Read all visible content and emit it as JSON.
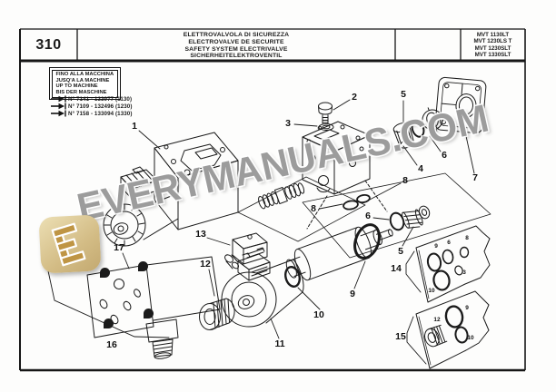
{
  "page": {
    "number": "310",
    "titles": {
      "it": "ELETTROVALVOLA DI SICUREZZA",
      "fr": "ELECTROVALVE DE SECURITE",
      "en": "SAFETY SYSTEM ELECTRIVALVE",
      "de": "SICHERHEITELEKTROVENTIL"
    },
    "models": [
      "MVT 1130LT",
      "MVT 1230LS T",
      "MVT 1230SLT",
      "MVT 1330SLT"
    ]
  },
  "validity": {
    "box_lines": [
      "FINO ALLA MACCHINA",
      "JUSQ'A LA MACHINE",
      "UP TO MACHINE",
      "BIS DER MASCHINE"
    ],
    "serials": [
      "N° 7141 - 133977 (1130)",
      "N° 7109 - 132496 (1230)",
      "N° 7158 - 133094 (1330)"
    ]
  },
  "watermark": {
    "text": "EVERYMANUALS.COM",
    "logo_letter": "E"
  },
  "diagram": {
    "callouts": [
      {
        "n": "1"
      },
      {
        "n": "2"
      },
      {
        "n": "3"
      },
      {
        "n": "4"
      },
      {
        "n": "5"
      },
      {
        "n": "5"
      },
      {
        "n": "6"
      },
      {
        "n": "6"
      },
      {
        "n": "7"
      },
      {
        "n": "8"
      },
      {
        "n": "8"
      },
      {
        "n": "9"
      },
      {
        "n": "10"
      },
      {
        "n": "11"
      },
      {
        "n": "12"
      },
      {
        "n": "13"
      },
      {
        "n": "14"
      },
      {
        "n": "15"
      },
      {
        "n": "16"
      },
      {
        "n": "17"
      }
    ],
    "kit14_items": [
      "9",
      "6",
      "8",
      "3",
      "10"
    ],
    "kit15_items": [
      "9",
      "12",
      "10"
    ]
  },
  "colors": {
    "ink": "#1b1b1b",
    "watermark_gray": "#8e8e8e",
    "logo_gold": "#bf9544",
    "logo_tile": "#dcc897"
  }
}
